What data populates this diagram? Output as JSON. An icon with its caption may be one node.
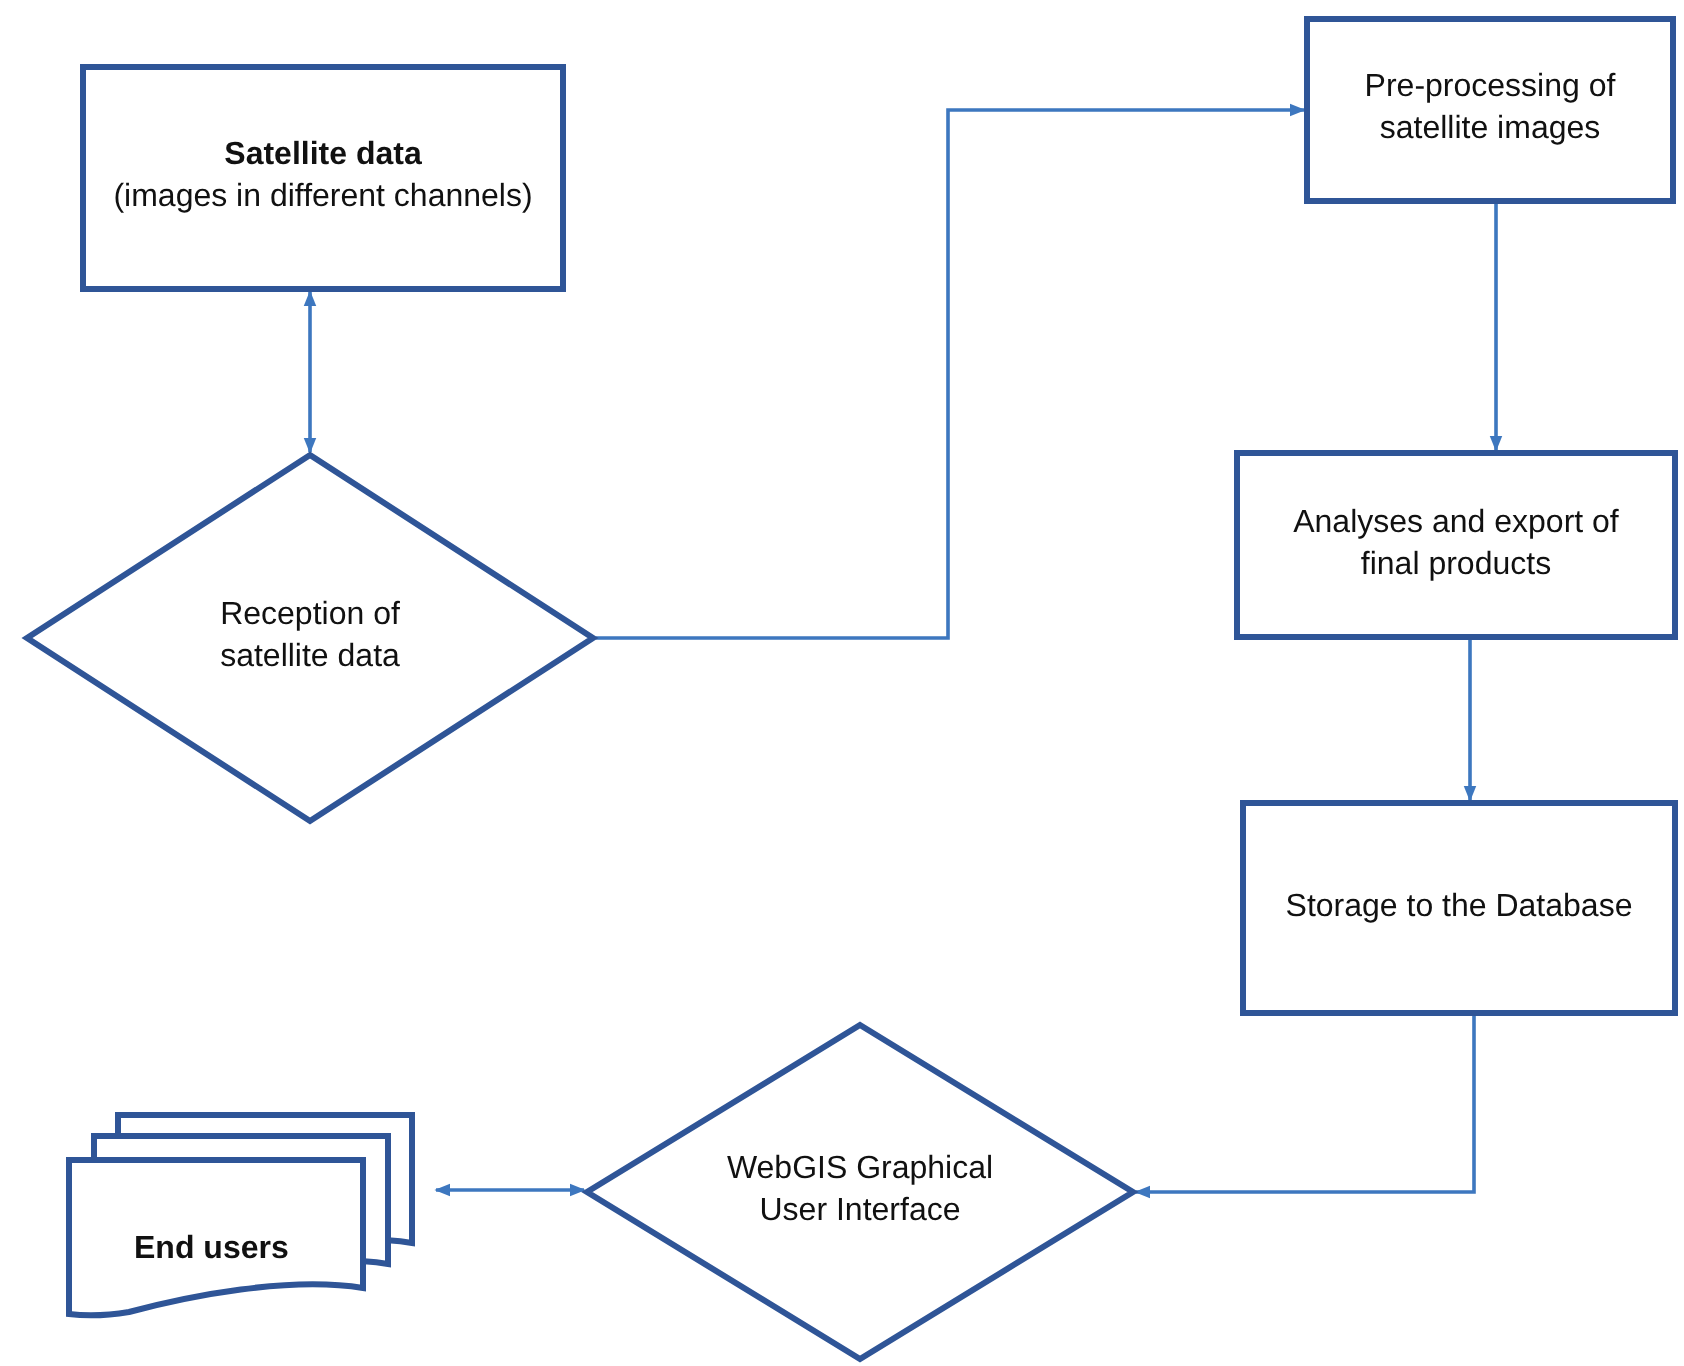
{
  "diagram": {
    "nodes": [
      {
        "text": [
          "Satellite data",
          "(images in different channels)"
        ]
      },
      {
        "text": [
          "Reception of satellite data"
        ]
      },
      {
        "text": [
          "Pre-processing of satellite images"
        ]
      },
      {
        "text": [
          "Analyses and export of final products"
        ]
      },
      {
        "text": [
          "Storage to the Database"
        ]
      },
      {
        "text": [
          "WebGIS Graphical User Interface"
        ]
      },
      {
        "text": [
          "End users"
        ]
      }
    ],
    "edges": [
      {
        "from": 0,
        "to": 1,
        "arrow": "both"
      },
      {
        "from": 1,
        "to": 2,
        "arrow": "to"
      },
      {
        "from": 2,
        "to": 3,
        "arrow": "to"
      },
      {
        "from": 3,
        "to": 4,
        "arrow": "to"
      },
      {
        "from": 4,
        "to": 5,
        "arrow": "to"
      },
      {
        "from": 6,
        "to": 5,
        "arrow": "both"
      }
    ]
  }
}
